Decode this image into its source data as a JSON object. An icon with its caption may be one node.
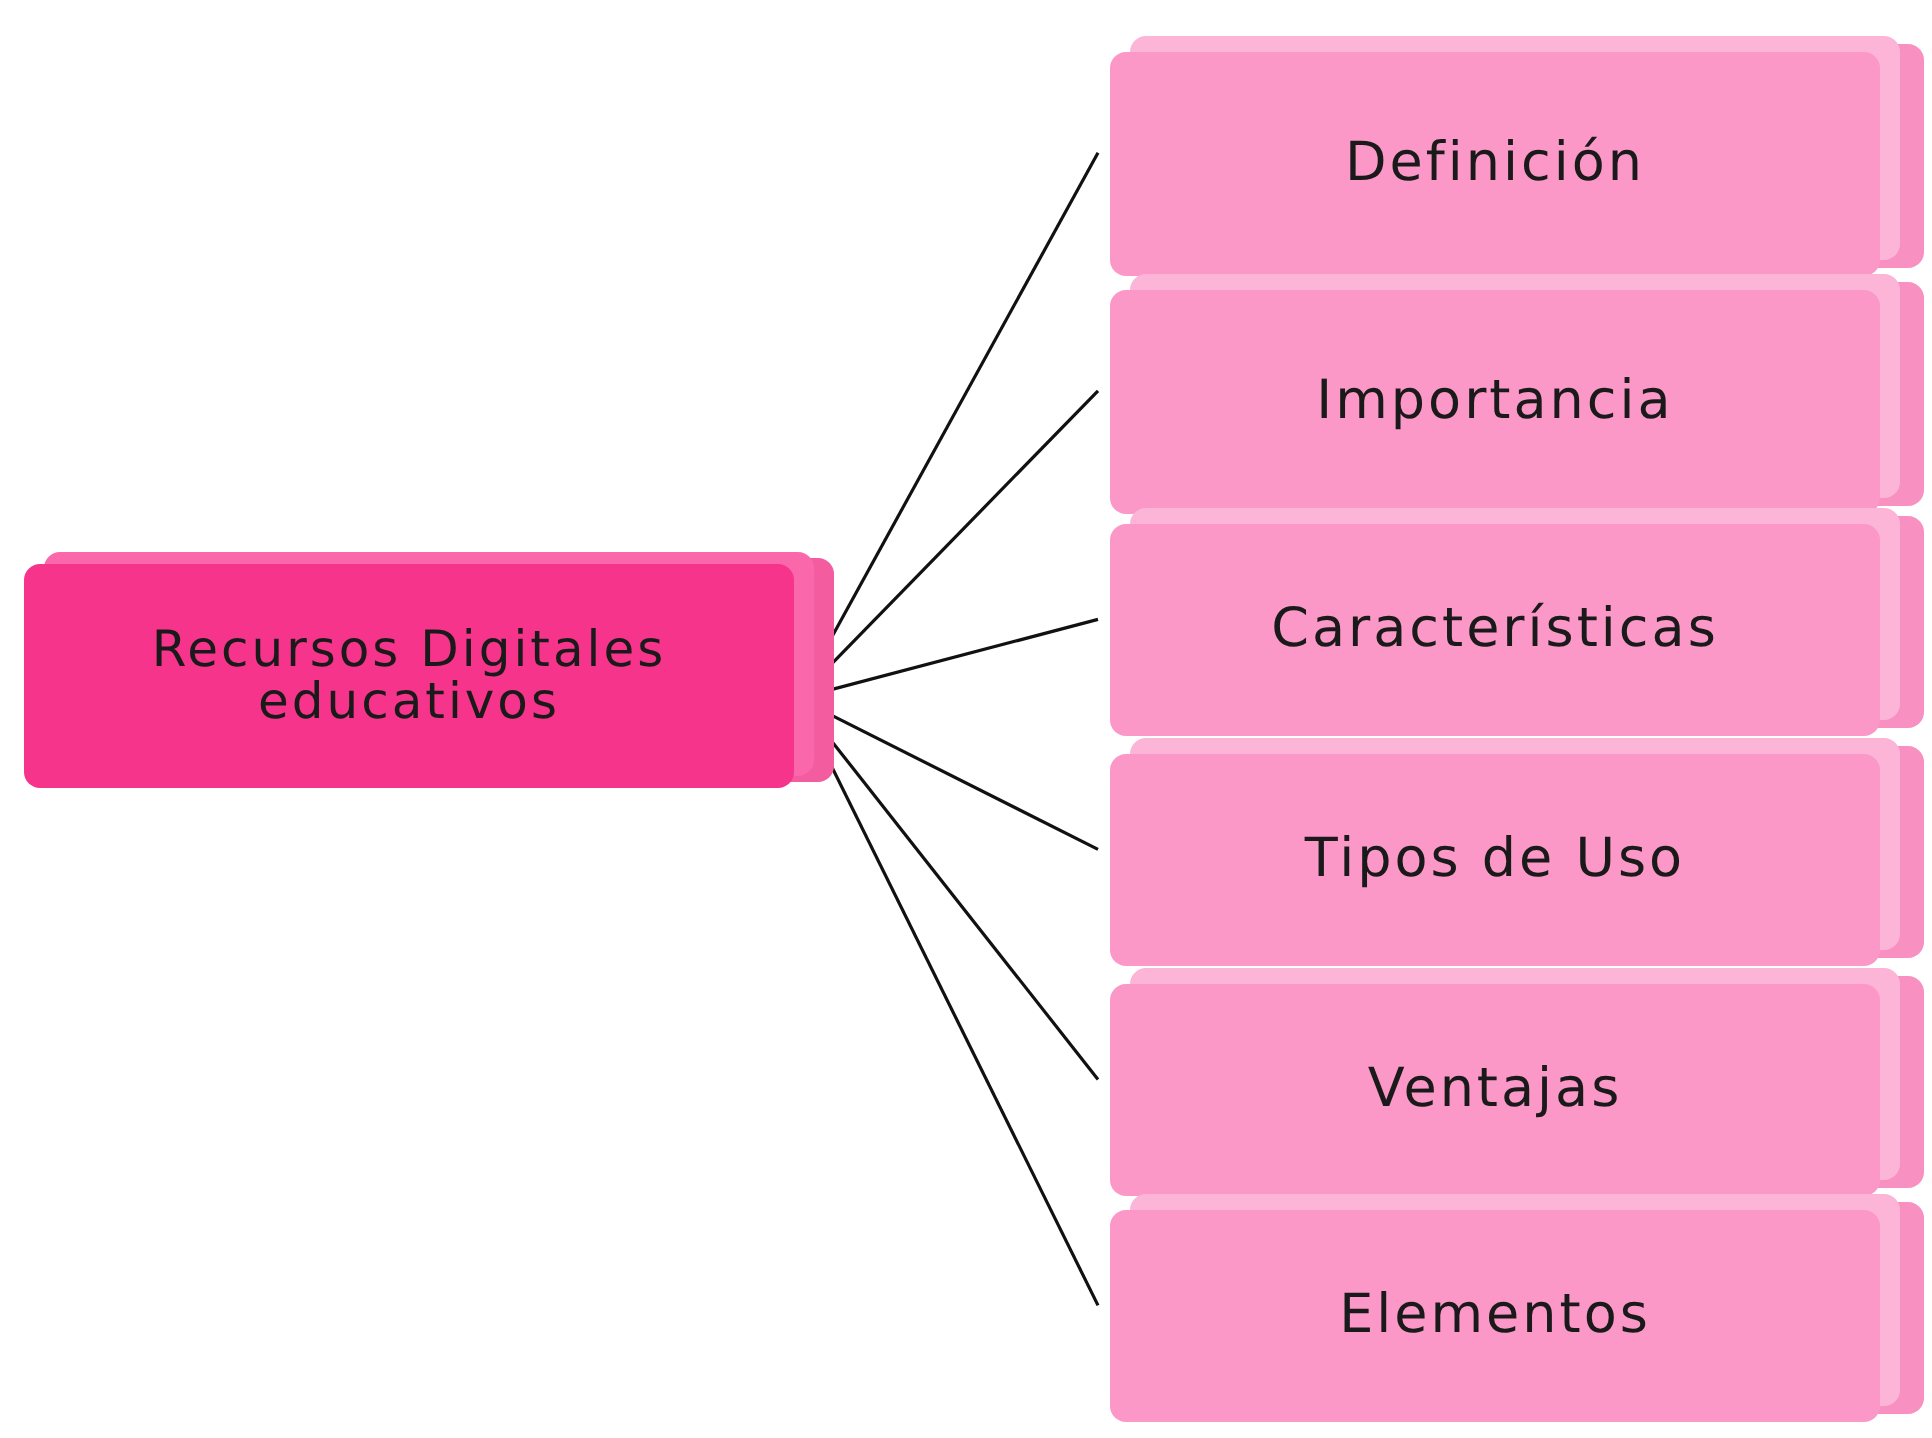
{
  "diagram": {
    "nodes": [
      {
        "text": [
          "Recursos Digitales educativos"
        ]
      },
      {
        "text": [
          "Definición"
        ]
      },
      {
        "text": [
          "Importancia"
        ]
      },
      {
        "text": [
          "Características"
        ]
      },
      {
        "text": [
          "Tipos de Uso"
        ]
      },
      {
        "text": [
          "Ventajas"
        ]
      },
      {
        "text": [
          "Elementos"
        ]
      }
    ],
    "edges": [
      {
        "from": 0,
        "to": 1,
        "arrow": "none"
      },
      {
        "from": 0,
        "to": 2,
        "arrow": "none"
      },
      {
        "from": 0,
        "to": 3,
        "arrow": "none"
      },
      {
        "from": 0,
        "to": 4,
        "arrow": "none"
      },
      {
        "from": 0,
        "to": 5,
        "arrow": "none"
      },
      {
        "from": 0,
        "to": 6,
        "arrow": "none"
      }
    ]
  }
}
